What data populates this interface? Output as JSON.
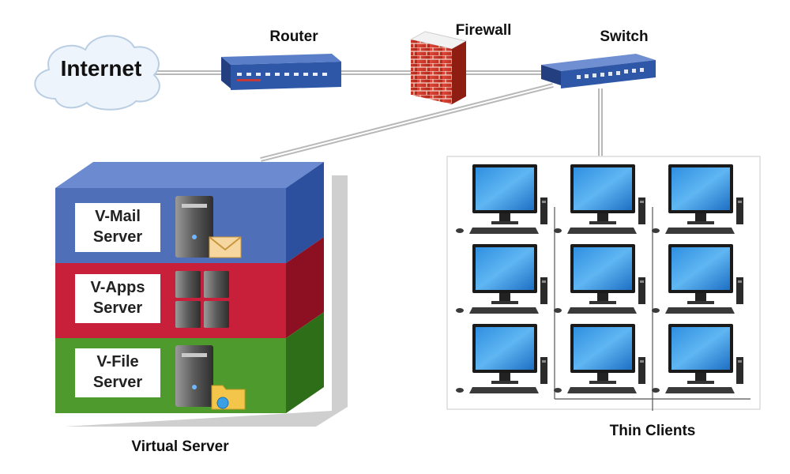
{
  "nodes": {
    "internet": "Internet",
    "router": "Router",
    "firewall": "Firewall",
    "switch": "Switch"
  },
  "virtual_server": {
    "label": "Virtual Server",
    "layers": [
      {
        "line1": "V-Mail",
        "line2": "Server",
        "color": "#4f6fb8",
        "icon": "mail-server-icon"
      },
      {
        "line1": "V-Apps",
        "line2": "Server",
        "color": "#c8203a",
        "icon": "app-server-rack-icon"
      },
      {
        "line1": "V-File",
        "line2": "Server",
        "color": "#4e9a2c",
        "icon": "file-server-icon"
      }
    ]
  },
  "thin_clients": {
    "label": "Thin Clients",
    "rows": 3,
    "cols": 3
  }
}
